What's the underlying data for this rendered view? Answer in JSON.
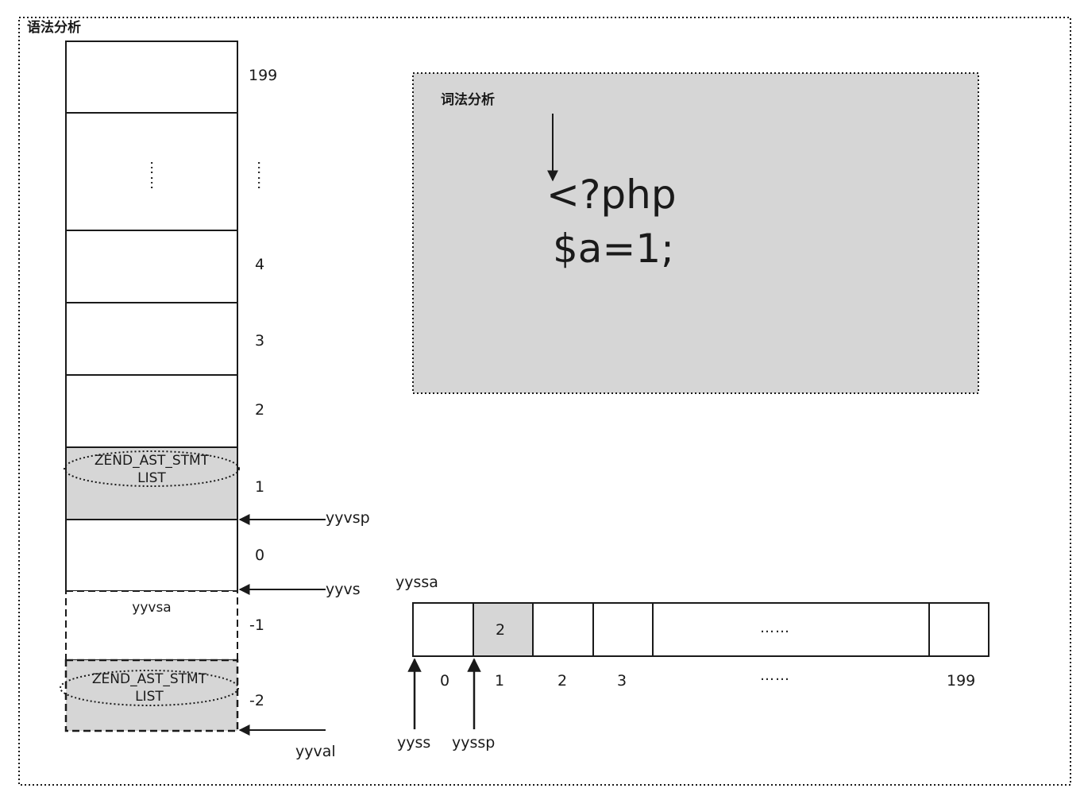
{
  "outer_title": "语法分析",
  "lex_title": "词法分析",
  "code_lines": [
    "<?php",
    "$a=1;"
  ],
  "stack": {
    "vertical_dots": "……",
    "index_labels": [
      "199",
      "……",
      "4",
      "3",
      "2",
      "1",
      "0",
      "-1",
      "-2"
    ],
    "cell1_node": [
      "ZEND_AST_STMT",
      "LIST"
    ],
    "cellm2_node": [
      "ZEND_AST_STMT",
      "LIST"
    ],
    "yyvsa_label": "yyvsa",
    "pointers": {
      "yyvsp": "yyvsp",
      "yyvs": "yyvs",
      "yyval": "yyval"
    }
  },
  "state_stack": {
    "title": "yyssa",
    "cell_value": "2",
    "dots": "……",
    "index_labels": [
      "0",
      "1",
      "2",
      "3",
      "……",
      "199"
    ],
    "pointers": {
      "yyss": "yyss",
      "yyssp": "yyssp"
    }
  },
  "colors": {
    "shade": "#d6d6d6",
    "line": "#1a1a1a"
  }
}
